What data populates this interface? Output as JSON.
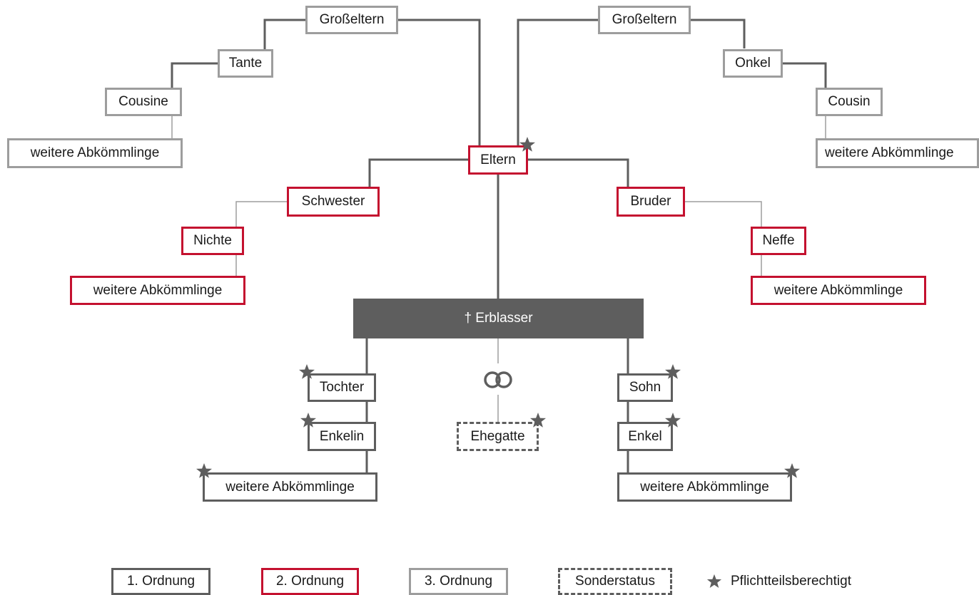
{
  "tree": {
    "left_grandparents": "Großeltern",
    "right_grandparents": "Großeltern",
    "aunt": "Tante",
    "uncle": "Onkel",
    "female_cousin": "Cousine",
    "male_cousin": "Cousin",
    "left_cousin_descendants": "weitere Abkömmlinge",
    "right_cousin_descendants": "weitere Abkömmlinge",
    "parents": "Eltern",
    "sister": "Schwester",
    "brother": "Bruder",
    "niece": "Nichte",
    "nephew": "Neffe",
    "niece_descendants": "weitere Abkömmlinge",
    "nephew_descendants": "weitere Abkömmlinge",
    "decedent": "† Erblasser",
    "daughter": "Tochter",
    "son": "Sohn",
    "granddaughter": "Enkelin",
    "grandson": "Enkel",
    "daughter_descendants": "weitere Abkömmlinge",
    "son_descendants": "weitere Abkömmlinge",
    "spouse": "Ehegatte"
  },
  "legend": {
    "first_order": "1. Ordnung",
    "second_order": "2. Ordnung",
    "third_order": "3. Ordnung",
    "special_status": "Sonderstatus",
    "compulsory_share": "Pflichtteilsberechtigt"
  },
  "colors": {
    "first_order": "#5e5e5e",
    "second_order": "#c4112f",
    "third_order": "#9d9d9d",
    "decedent_fill": "#5e5e5e"
  },
  "icons": {
    "star": "star-icon",
    "rings": "wedding-rings-icon"
  }
}
